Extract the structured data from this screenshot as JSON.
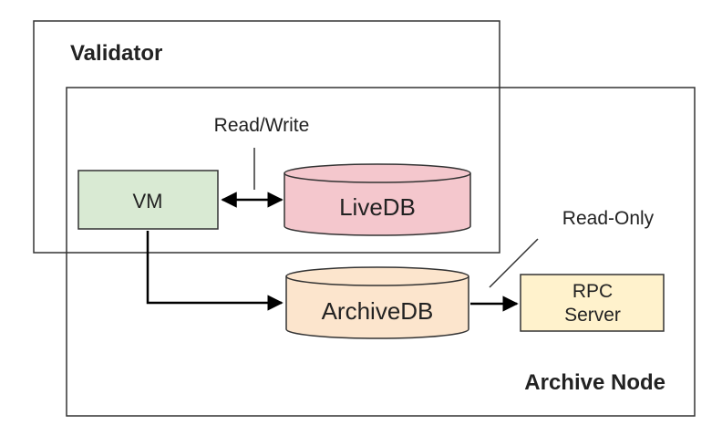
{
  "groups": {
    "validator": "Validator",
    "archive_node": "Archive Node"
  },
  "nodes": {
    "vm": "VM",
    "livedb": "LiveDB",
    "archivedb": "ArchiveDB",
    "rpc_line1": "RPC",
    "rpc_line2": "Server"
  },
  "edges": {
    "read_write": "Read/Write",
    "read_only": "Read-Only"
  },
  "colors": {
    "vm_fill": "#d9ead3",
    "livedb_fill": "#f4c7cd",
    "archivedb_fill": "#fce5cd",
    "rpc_fill": "#fff2cc",
    "stroke": "#333333"
  }
}
